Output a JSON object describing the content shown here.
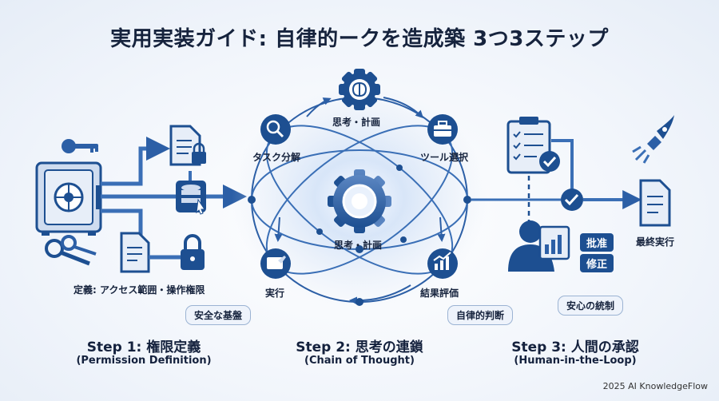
{
  "title": "実用実装ガイド: 自律的ークを造成築 3つ3ステップ",
  "step1": {
    "title": "Step 1: 権限定義",
    "subtitle": "(Permission Definition)",
    "definition_label": "定義: アクセス範囲・操作権限",
    "badge": "安全な基盤"
  },
  "step2": {
    "title": "Step 2: 思考の連鎖",
    "subtitle": "(Chain of Thought)",
    "node_top": "思考・計画",
    "node_center": "思考・計画",
    "node_task": "タスク分解",
    "node_tool": "ツール選択",
    "node_exec": "実行",
    "node_eval": "結果評価",
    "badge": "自律的判断"
  },
  "step3": {
    "title": "Step 3: 人間の承認",
    "subtitle": "(Human-in-the-Loop)",
    "approve": "批准",
    "modify": "修正",
    "final": "最終実行",
    "badge": "安心の統制"
  },
  "footer": "2025 AI KnowledgeFlow",
  "colors": {
    "primary": "#1d4f91",
    "accent": "#3a6fb6",
    "light": "#cfdcef"
  }
}
